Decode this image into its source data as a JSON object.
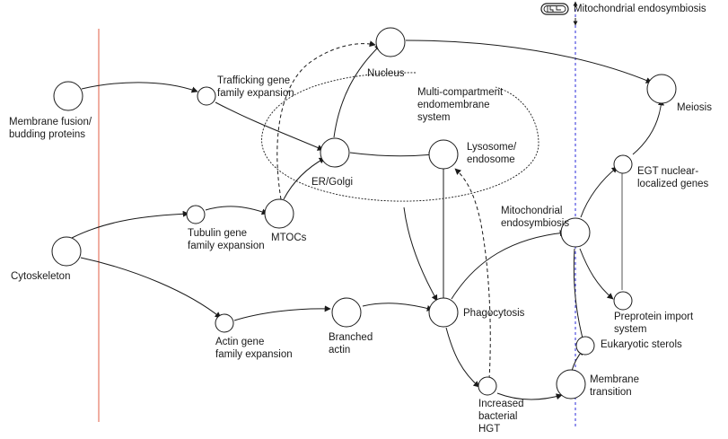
{
  "legend": {
    "label": "Mitochondrial endosymbiosis",
    "icon": "mitochondrion-icon"
  },
  "colors": {
    "boundary_line": "#e8836f",
    "mito_line": "#2a2ad8",
    "edge": "#1a1a1a",
    "node_stroke": "#1a1a1a"
  },
  "nodes": [
    {
      "id": "membrane_fusion",
      "label": "Membrane fusion/\nbudding proteins"
    },
    {
      "id": "trafficking",
      "label": "Trafficking gene\nfamily expansion"
    },
    {
      "id": "nucleus",
      "label": "Nucleus"
    },
    {
      "id": "er_golgi",
      "label": "ER/Golgi"
    },
    {
      "id": "lysosome",
      "label": "Lysosome/\nendosome"
    },
    {
      "id": "cytoskeleton",
      "label": "Cytoskeleton"
    },
    {
      "id": "tubulin",
      "label": "Tubulin gene\nfamily expansion"
    },
    {
      "id": "mtocs",
      "label": "MTOCs"
    },
    {
      "id": "actin",
      "label": "Actin gene\nfamily expansion"
    },
    {
      "id": "branched_actin",
      "label": "Branched\nactin"
    },
    {
      "id": "phagocytosis",
      "label": "Phagocytosis"
    },
    {
      "id": "bacterial_hgt",
      "label": "Increased\nbacterial\nHGT"
    },
    {
      "id": "mito_endo",
      "label": "Mitochondrial\nendosymbiosis"
    },
    {
      "id": "egt",
      "label": "EGT nuclear-\nlocalized genes"
    },
    {
      "id": "meiosis",
      "label": "Meiosis"
    },
    {
      "id": "preprotein",
      "label": "Preprotein import\nsystem"
    },
    {
      "id": "sterols",
      "label": "Eukaryotic sterols"
    },
    {
      "id": "membrane_transition",
      "label": "Membrane\ntransition"
    }
  ],
  "region": {
    "label": "Multi-compartment\nendomembrane\nsystem"
  },
  "edges": [
    {
      "from": "membrane_fusion",
      "to": "trafficking",
      "style": "solid"
    },
    {
      "from": "trafficking",
      "to": "er_golgi",
      "style": "solid"
    },
    {
      "from": "er_golgi",
      "to": "nucleus",
      "style": "solid"
    },
    {
      "from": "er_golgi",
      "to": "lysosome",
      "style": "solid"
    },
    {
      "from": "mtocs",
      "to": "er_golgi",
      "style": "solid"
    },
    {
      "from": "mtocs",
      "to": "nucleus",
      "style": "dashed"
    },
    {
      "from": "cytoskeleton",
      "to": "tubulin",
      "style": "solid"
    },
    {
      "from": "tubulin",
      "to": "mtocs",
      "style": "solid"
    },
    {
      "from": "cytoskeleton",
      "to": "actin",
      "style": "solid"
    },
    {
      "from": "actin",
      "to": "branched_actin",
      "style": "solid"
    },
    {
      "from": "branched_actin",
      "to": "phagocytosis",
      "style": "solid"
    },
    {
      "from": "lysosome",
      "to": "phagocytosis",
      "style": "solid"
    },
    {
      "from": "endomembrane",
      "to": "phagocytosis",
      "style": "solid"
    },
    {
      "from": "phagocytosis",
      "to": "mito_endo",
      "style": "solid"
    },
    {
      "from": "phagocytosis",
      "to": "bacterial_hgt",
      "style": "solid"
    },
    {
      "from": "bacterial_hgt",
      "to": "lysosome",
      "style": "dashed"
    },
    {
      "from": "bacterial_hgt",
      "to": "membrane_transition",
      "style": "solid"
    },
    {
      "from": "nucleus",
      "to": "meiosis",
      "style": "solid"
    },
    {
      "from": "mito_endo",
      "to": "egt",
      "style": "solid"
    },
    {
      "from": "egt",
      "to": "meiosis",
      "style": "solid"
    },
    {
      "from": "egt",
      "to": "preprotein",
      "style": "solid"
    },
    {
      "from": "mito_endo",
      "to": "preprotein",
      "style": "solid"
    },
    {
      "from": "mito_endo",
      "to": "sterols",
      "style": "solid"
    },
    {
      "from": "membrane_transition",
      "to": "sterols",
      "style": "solid"
    }
  ]
}
